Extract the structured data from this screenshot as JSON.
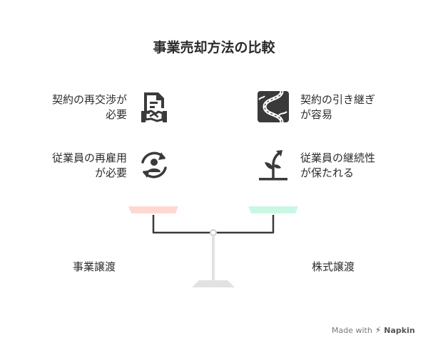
{
  "title": "事業売却方法の比較",
  "left": {
    "items": [
      {
        "line1": "契約の再交渉が",
        "line2": "必要",
        "icon": "contract-handshake-icon"
      },
      {
        "line1": "従業員の再雇用",
        "line2": "が必要",
        "icon": "person-cycle-icon"
      }
    ],
    "scale_label": "事業譲渡",
    "pan_color": "#ffd8d2"
  },
  "right": {
    "items": [
      {
        "line1": "契約の引き継ぎ",
        "line2": "が容易",
        "icon": "winding-road-icon"
      },
      {
        "line1": "従業員の継続性",
        "line2": "が保たれる",
        "icon": "growing-plant-icon"
      }
    ],
    "scale_label": "株式譲渡",
    "pan_color": "#c9f7e3"
  },
  "footer": {
    "made_with": "Made with",
    "brand": "Napkin"
  }
}
